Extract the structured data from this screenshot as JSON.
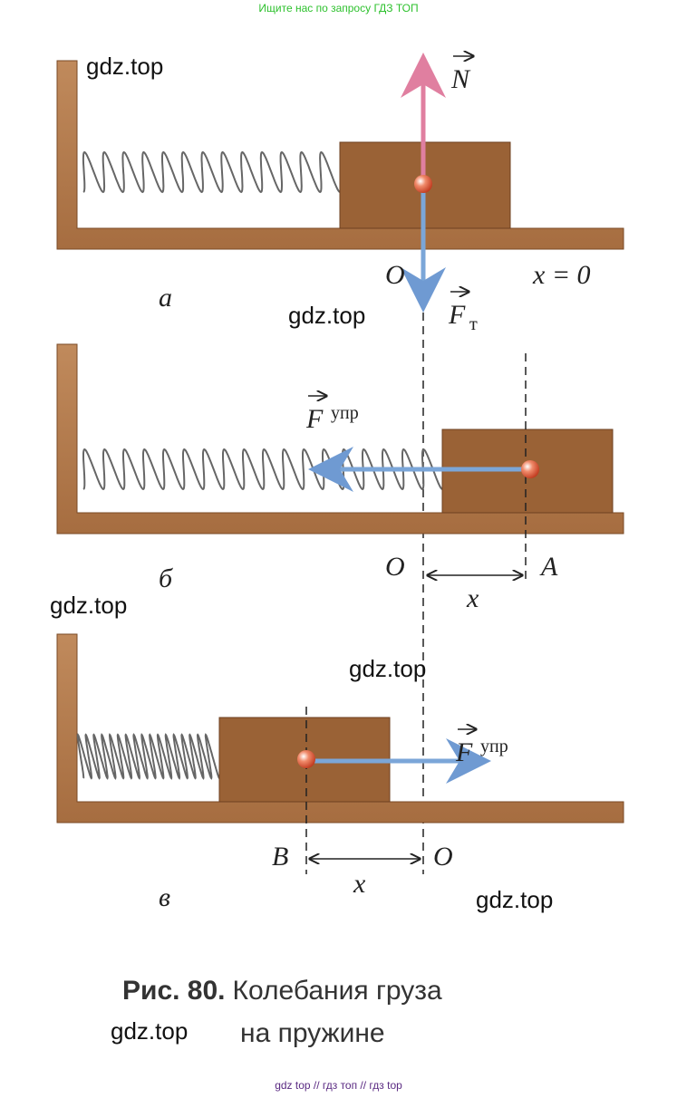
{
  "top_note": "Ищите нас по запросу ГДЗ ТОП",
  "bottom_note": "gdz top  //  гдз топ  //  гдз top",
  "watermark": "gdz.top",
  "panels": {
    "a": {
      "letter": "а",
      "origin": "O",
      "eq": "x = 0",
      "normal": "N",
      "gravity": "F",
      "gravity_sub": "т"
    },
    "b": {
      "letter": "б",
      "origin": "O",
      "point": "A",
      "disp": "x",
      "force": "F",
      "force_sub": "упр"
    },
    "c": {
      "letter": "в",
      "origin": "O",
      "point": "B",
      "disp": "x",
      "force": "F",
      "force_sub": "упр"
    }
  },
  "caption": {
    "bold": "Рис. 80.",
    "line1": "Колебания груза",
    "line2": "на пружине"
  },
  "colors": {
    "block": "#9a6236",
    "floor": "#b47a4c",
    "normal_arrow": "#e07fa0",
    "force_arrow": "#7ba6d8"
  }
}
